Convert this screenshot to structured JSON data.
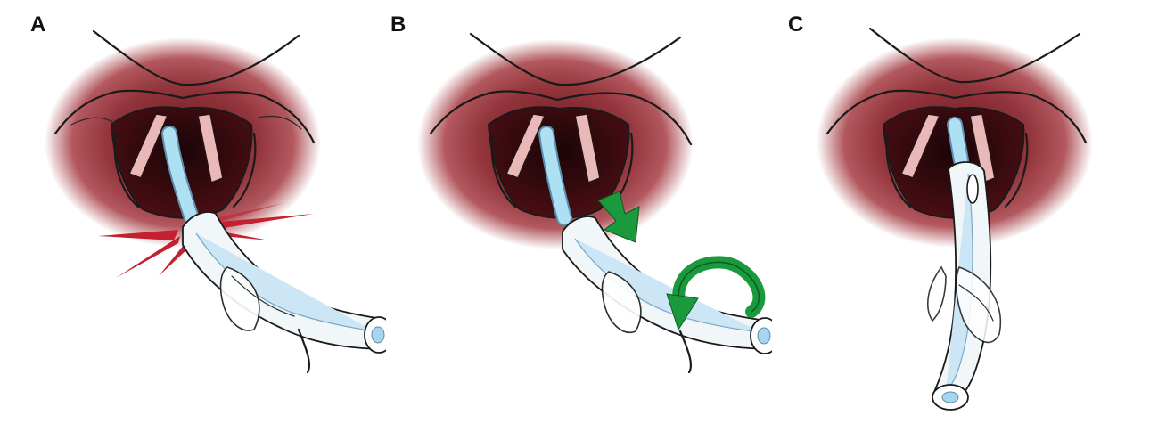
{
  "panels": [
    {
      "label": "A"
    },
    {
      "label": "B"
    },
    {
      "label": "C"
    }
  ],
  "colors": {
    "tissue": "#8e2f36",
    "glow": "#c97a80",
    "impact_red": "#c4202f",
    "arrow_green": "#1a9a3c",
    "tube_blue": "#cde6f5"
  }
}
